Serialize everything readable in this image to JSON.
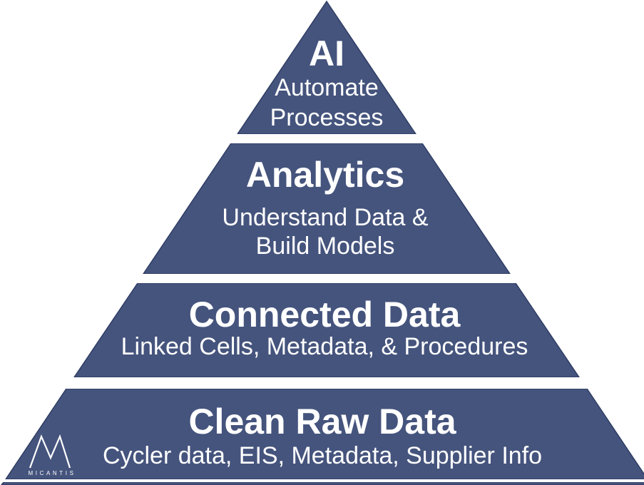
{
  "colors": {
    "pyramid_fill": "#45547D",
    "pyramid_edge": "#2F3D64",
    "text": "#FFFFFF",
    "background": "#FFFFFF"
  },
  "pyramid": {
    "type": "pyramid-diagram",
    "levels": [
      {
        "title": "AI",
        "lines": [
          "Automate",
          "Processes"
        ]
      },
      {
        "title": "Analytics",
        "lines": [
          "Understand Data &",
          "Build Models"
        ]
      },
      {
        "title": "Connected Data",
        "lines": [
          "Linked Cells, Metadata, & Procedures"
        ]
      },
      {
        "title": "Clean Raw Data",
        "lines": [
          "Cycler data, EIS, Metadata, Supplier Info"
        ]
      }
    ]
  },
  "brand": {
    "logo_text": "MICANTIS",
    "logo_mark": "m-mountain-monogram-icon"
  }
}
